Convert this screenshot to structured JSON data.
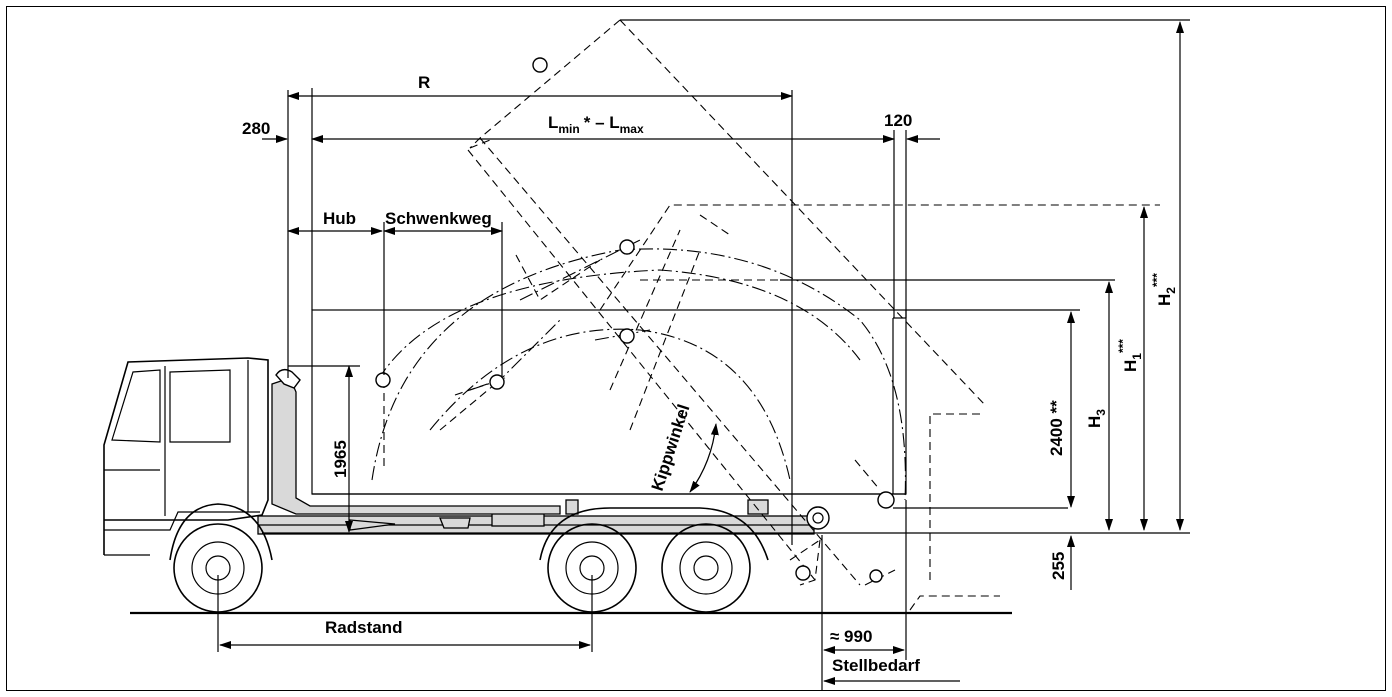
{
  "labels": {
    "R": "R",
    "dim_280": "280",
    "Lmin": "L",
    "Lmin_sub": "min",
    "Lstar": "* – L",
    "Lmax_sub": "max",
    "dim_120": "120",
    "hub": "Hub",
    "schwenkweg": "Schwenkweg",
    "dim_1965": "1965",
    "kippwinkel": "Kippwinkel",
    "dim_2400": "2400 **",
    "H3": "H",
    "H3_sub": "3",
    "H1": "H",
    "H1_sub": "1",
    "H1_sup": "***",
    "H2": "H",
    "H2_sub": "2",
    "H2_sup": "***",
    "dim_255": "255",
    "radstand": "Radstand",
    "dim_990": "≈ 990",
    "stellbedarf": "Stellbedarf"
  }
}
